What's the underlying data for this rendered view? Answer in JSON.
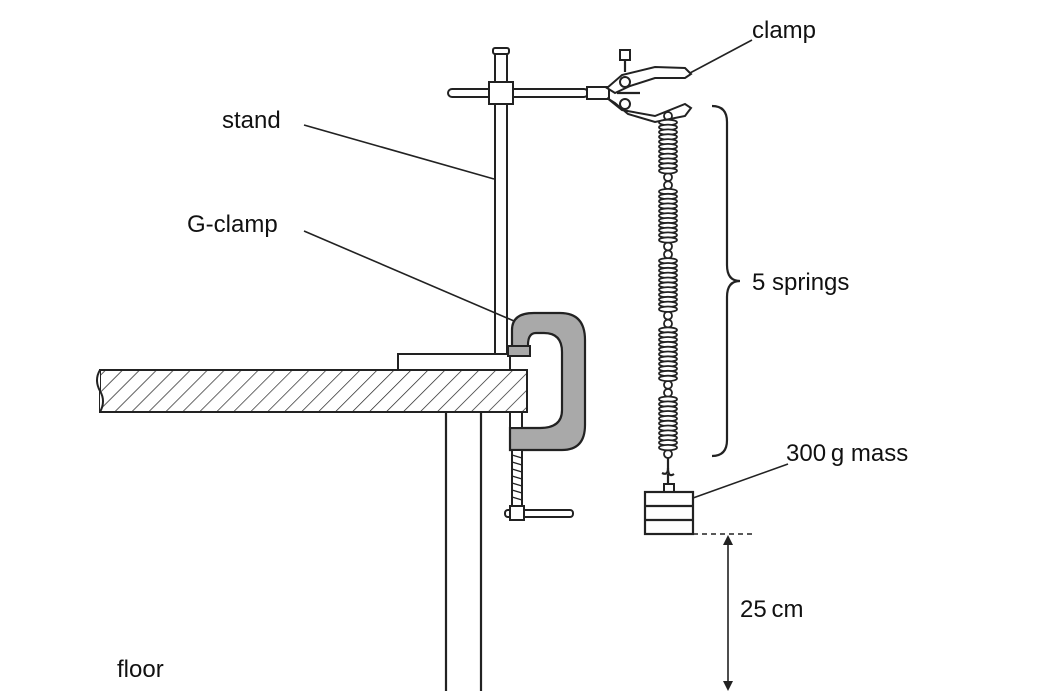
{
  "labels": {
    "clamp": "clamp",
    "stand": "stand",
    "g_clamp": "G-clamp",
    "springs": "5 springs",
    "mass": "300 g mass",
    "distance": "25 cm",
    "floor": "floor"
  },
  "springs": {
    "count": 5
  },
  "colors": {
    "ink": "#222222",
    "gclamp_fill": "#a9a9a9",
    "bench_hatch": "#222222"
  }
}
